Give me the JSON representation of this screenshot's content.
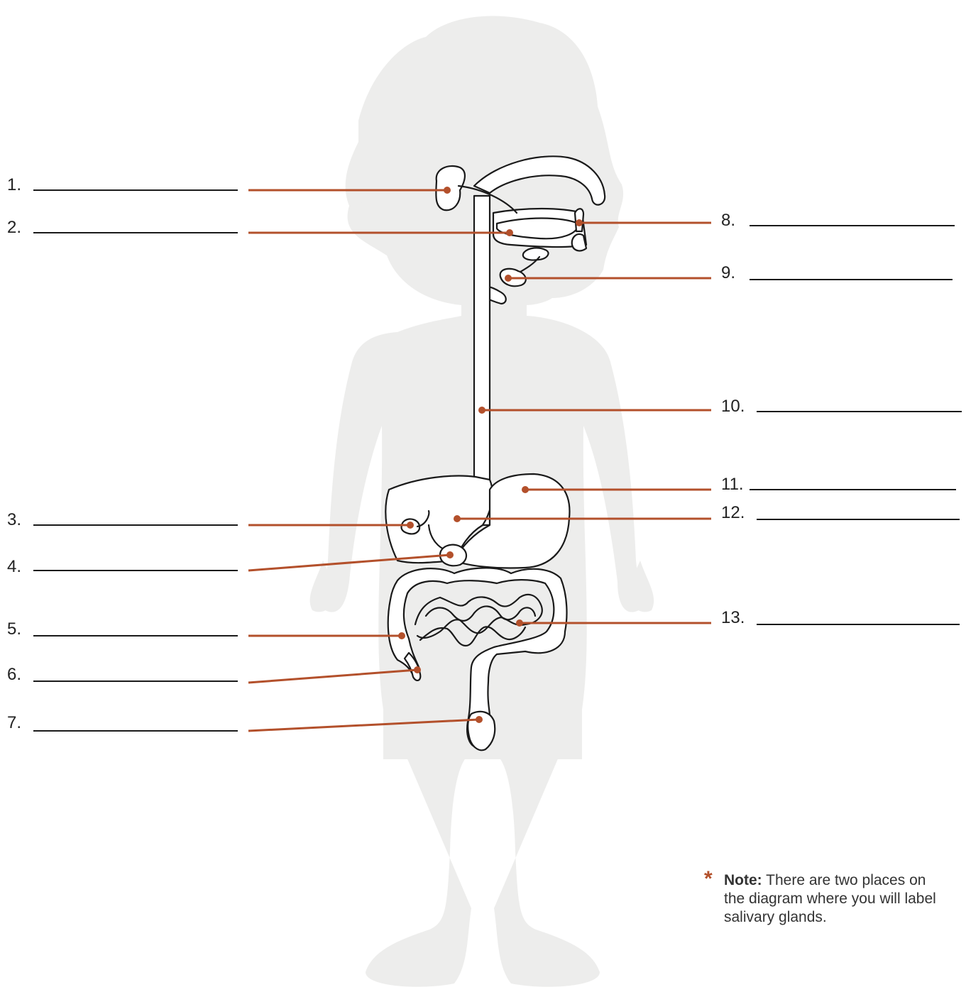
{
  "colors": {
    "leader": "#b3502b",
    "silhouette": "#ededec",
    "outline": "#1a1a1a"
  },
  "labels": [
    {
      "num": "1."
    },
    {
      "num": "2."
    },
    {
      "num": "3."
    },
    {
      "num": "4."
    },
    {
      "num": "5."
    },
    {
      "num": "6."
    },
    {
      "num": "7."
    },
    {
      "num": "8."
    },
    {
      "num": "9."
    },
    {
      "num": "10."
    },
    {
      "num": "11."
    },
    {
      "num": "12."
    },
    {
      "num": "13."
    }
  ],
  "note": {
    "marker": "*",
    "lead": "Note:",
    "text": "There are two places on the diagram where you will label salivary glands."
  }
}
